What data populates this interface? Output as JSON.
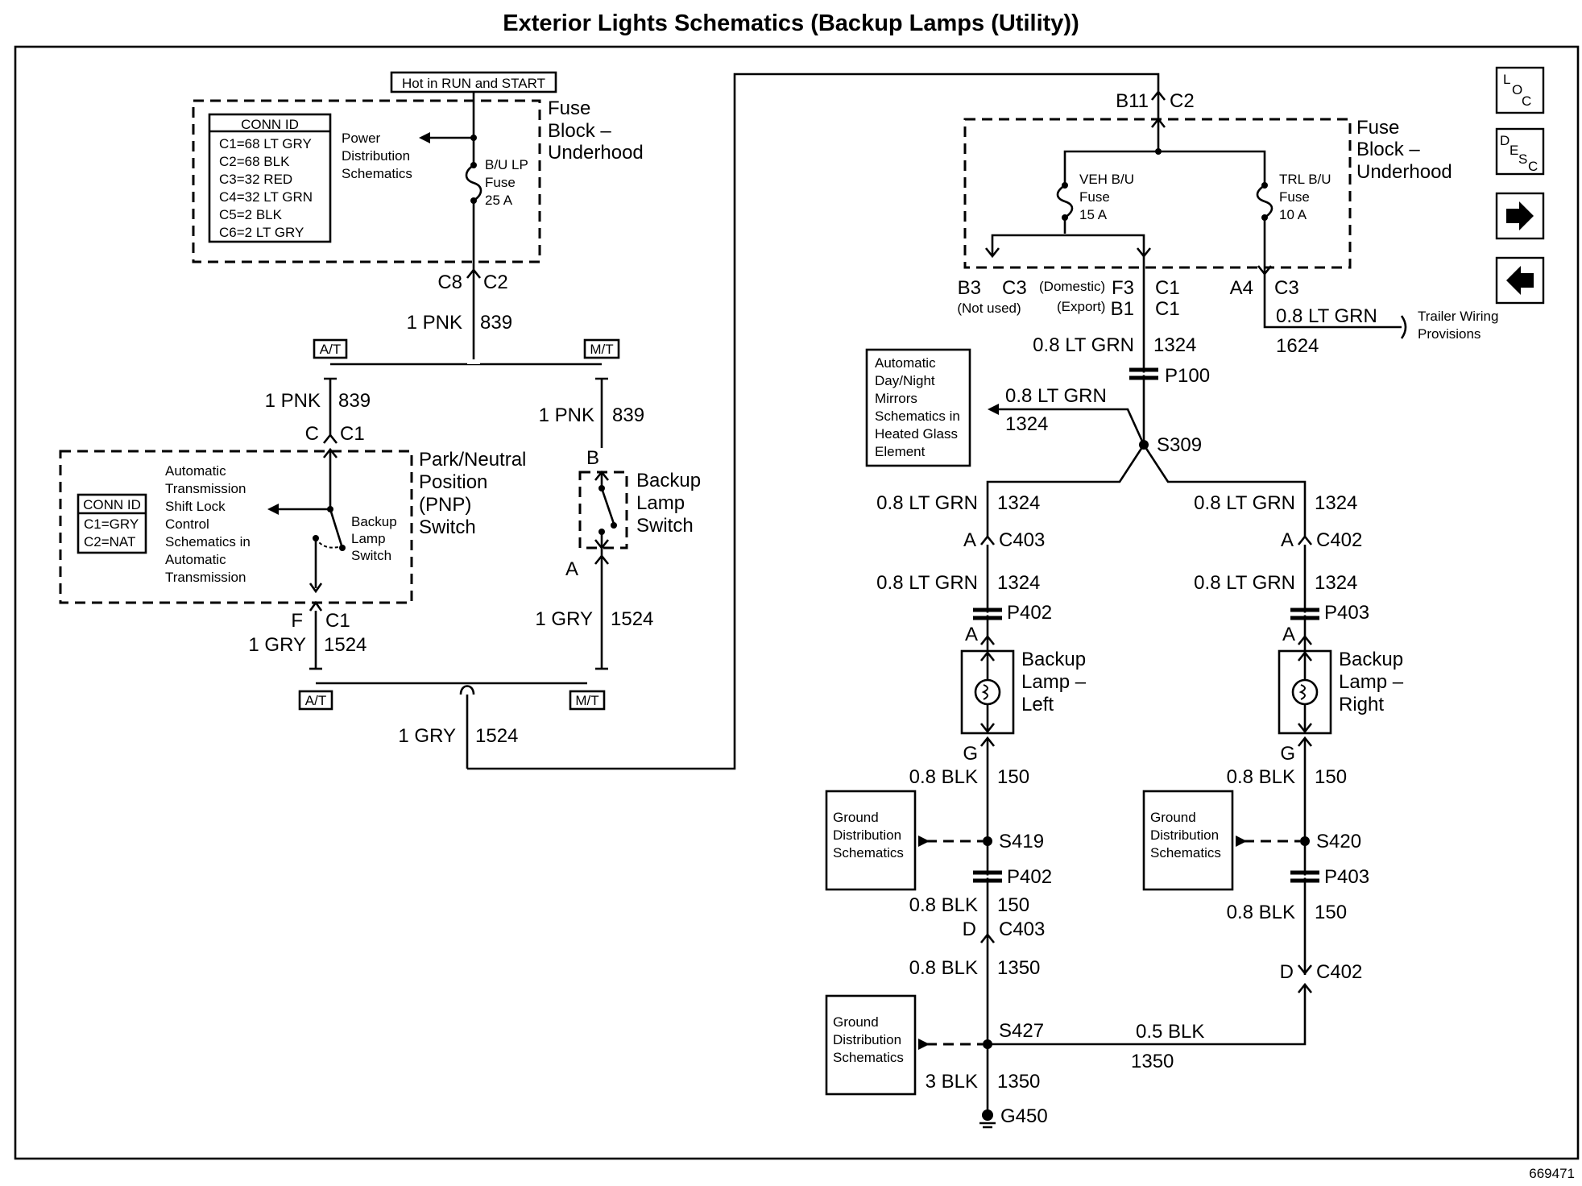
{
  "title": "Exterior Lights Schematics (Backup Lamps (Utility))",
  "figure_number": "669471",
  "nav": {
    "loc_letters": [
      "L",
      "O",
      "C"
    ],
    "desc_letters": [
      "D",
      "E",
      "S",
      "C"
    ],
    "next_icon": "right-arrow-icon",
    "prev_icon": "left-arrow-icon"
  },
  "left": {
    "hot_label": "Hot in RUN and START",
    "fuse_block_label": [
      "Fuse",
      "Block –",
      "Underhood"
    ],
    "conn_id_title": "CONN ID",
    "conn_ids": [
      "C1=68 LT GRY",
      "C2=68 BLK",
      "C3=32 RED",
      "C4=32 LT GRN",
      "C5=2 BLK",
      "C6=2 LT GRY"
    ],
    "power_dist": [
      "Power",
      "Distribution",
      "Schematics"
    ],
    "fuse_label": [
      "B/U LP",
      "Fuse",
      "25 A"
    ],
    "c8": "C8",
    "c2": "C2",
    "wire_1pnk": "1 PNK",
    "circ_839": "839",
    "at": "A/T",
    "mt": "M/T",
    "c": "C",
    "c1": "C1",
    "b": "B",
    "a": "A",
    "f": "F",
    "pnp_label": [
      "Park/Neutral",
      "Position",
      "(PNP)",
      "Switch"
    ],
    "pnp_conn_title": "CONN ID",
    "pnp_conn_ids": [
      "C1=GRY",
      "C2=NAT"
    ],
    "ats_label": [
      "Automatic",
      "Transmission",
      "Shift Lock",
      "Control",
      "Schematics in",
      "Automatic",
      "Transmission"
    ],
    "bls_small": [
      "Backup",
      "Lamp",
      "Switch"
    ],
    "bls_label": [
      "Backup",
      "Lamp",
      "Switch"
    ],
    "wire_1gry": "1 GRY",
    "circ_1524": "1524"
  },
  "right": {
    "b11": "B11",
    "c2": "C2",
    "fuse_block_label": [
      "Fuse",
      "Block –",
      "Underhood"
    ],
    "veh_fuse": [
      "VEH B/U",
      "Fuse",
      "15 A"
    ],
    "trl_fuse": [
      "TRL B/U",
      "Fuse",
      "10 A"
    ],
    "b3": "B3",
    "c3": "C3",
    "not_used": "(Not used)",
    "domestic": "(Domestic)",
    "f3": "F3",
    "c1": "C1",
    "export": "(Export)",
    "b1": "B1",
    "a4": "A4",
    "wire_08ltgrn": "0.8 LT GRN",
    "circ_1324": "1324",
    "circ_1624": "1624",
    "trailer": [
      "Trailer Wiring",
      "Provisions"
    ],
    "p100": "P100",
    "mirrors": [
      "Automatic",
      "Day/Night",
      "Mirrors",
      "Schematics in",
      "Heated Glass",
      "Element"
    ],
    "s309": "S309",
    "a": "A",
    "c403": "C403",
    "c402": "C402",
    "p402": "P402",
    "p403": "P403",
    "lamp_left": [
      "Backup",
      "Lamp –",
      "Left"
    ],
    "lamp_right": [
      "Backup",
      "Lamp –",
      "Right"
    ],
    "g": "G",
    "d": "D",
    "wire_08blk": "0.8 BLK",
    "circ_150": "150",
    "ground_dist": [
      "Ground",
      "Distribution",
      "Schematics"
    ],
    "s419": "S419",
    "s420": "S420",
    "s427": "S427",
    "circ_1350": "1350",
    "wire_05blk": "0.5 BLK",
    "wire_3blk": "3 BLK",
    "g450": "G450"
  }
}
